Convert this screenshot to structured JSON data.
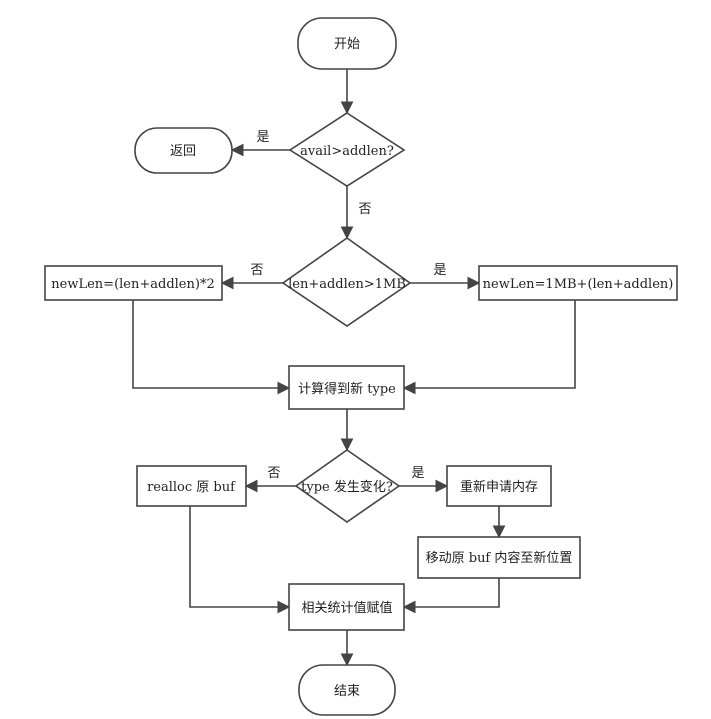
{
  "nodes": {
    "start": "开始",
    "cond_avail": "avail>addlen?",
    "ret": "返回",
    "cond_1mb": "len+addlen>1MB",
    "new_len_double": "newLen=(len+addlen)*2",
    "new_len_plus": "newLen=1MB+(len+addlen)",
    "calc_type": "计算得到新 type",
    "cond_type": "type 发生变化?",
    "realloc": "realloc 原 buf",
    "new_alloc": "重新申请内存",
    "move_buf": "移动原 buf 内容至新位置",
    "assign": "相关统计值赋值",
    "end": "结束"
  },
  "edge_labels": {
    "yes": "是",
    "no": "否"
  },
  "colors": {
    "stroke": "#444444",
    "text": "#222222",
    "background": "#ffffff"
  }
}
